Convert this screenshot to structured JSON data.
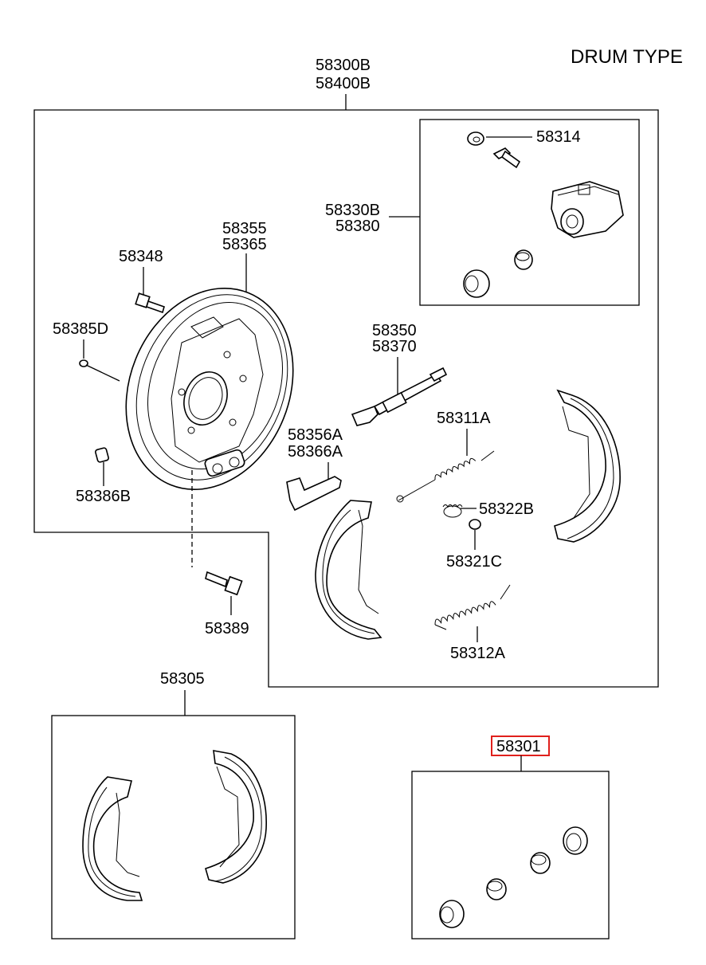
{
  "title": "DRUM TYPE",
  "highlight_color": "#e0201c",
  "labels": {
    "assembly_line1": "58300B",
    "assembly_line2": "58400B",
    "p58314": "58314",
    "p58330b_line1": "58330B",
    "p58330b_line2": "58380",
    "p58355_line1": "58355",
    "p58355_line2": "58365",
    "p58348": "58348",
    "p58385d": "58385D",
    "p58350_line1": "58350",
    "p58350_line2": "58370",
    "p58311a": "58311A",
    "p58356a_line1": "58356A",
    "p58356a_line2": "58366A",
    "p58386b": "58386B",
    "p58322b": "58322B",
    "p58321c": "58321C",
    "p58389": "58389",
    "p58312a": "58312A",
    "p58305": "58305",
    "p58301": "58301"
  }
}
